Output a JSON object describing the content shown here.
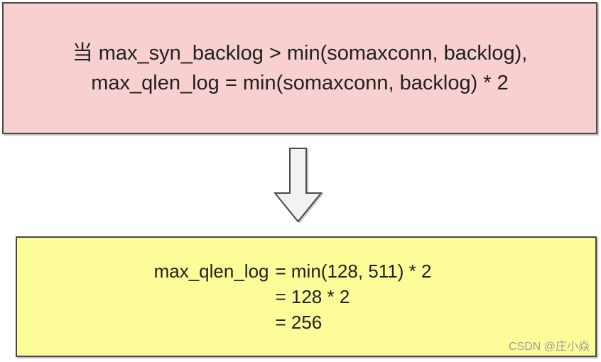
{
  "condition_box": {
    "lines": [
      "当 max_syn_backlog > min(somaxconn, backlog),",
      "max_qlen_log = min(somaxconn, backlog) * 2"
    ]
  },
  "arrow": {
    "direction": "down"
  },
  "result_box": {
    "lhs": "max_qlen_log",
    "rhs_lines": [
      "= min(128, 511) * 2",
      "= 128 * 2",
      "= 256"
    ]
  },
  "watermark": {
    "text": "CSDN @庄小焱"
  },
  "colors": {
    "condition_fill": "#F9D0D0",
    "result_fill": "#FCFC99",
    "box_border": "#474747",
    "arrow_fill": "#F2F2F2",
    "arrow_border": "#4A4A4A",
    "text": "#212121",
    "watermark": "#9E9E9E"
  }
}
